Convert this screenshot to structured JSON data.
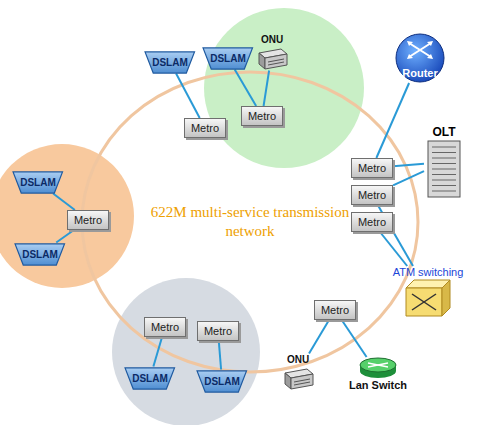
{
  "diagram": {
    "nodes": [
      {
        "text": [
          "DSLAM"
        ]
      },
      {
        "text": [
          "DSLAM"
        ]
      },
      {
        "text": [
          "ONU"
        ]
      },
      {
        "text": [
          "Router"
        ]
      },
      {
        "text": [
          "Metro"
        ]
      },
      {
        "text": [
          "Metro"
        ]
      },
      {
        "text": [
          "OLT"
        ]
      },
      {
        "text": [
          "Metro"
        ]
      },
      {
        "text": [
          "DSLAM"
        ]
      },
      {
        "text": [
          "Metro"
        ]
      },
      {
        "text": [
          "Metro"
        ]
      },
      {
        "text": [
          "Metro"
        ]
      },
      {
        "text": [
          "DSLAM"
        ]
      },
      {
        "text": [
          "ATM switching"
        ]
      },
      {
        "text": [
          "Metro"
        ]
      },
      {
        "text": [
          "Metro"
        ]
      },
      {
        "text": [
          "Metro"
        ]
      },
      {
        "text": [
          "ONU"
        ]
      },
      {
        "text": [
          "Lan Switch"
        ]
      },
      {
        "text": [
          "DSLAM"
        ]
      },
      {
        "text": [
          "DSLAM"
        ]
      }
    ],
    "edges": [
      {
        "from": 0,
        "to": 4,
        "arrow": "none"
      },
      {
        "from": 1,
        "to": 5,
        "arrow": "none"
      },
      {
        "from": 2,
        "to": 5,
        "arrow": "none"
      },
      {
        "from": 3,
        "to": 7,
        "arrow": "none"
      },
      {
        "from": 6,
        "to": 7,
        "arrow": "none"
      },
      {
        "from": 6,
        "to": 10,
        "arrow": "none"
      },
      {
        "from": 8,
        "to": 9,
        "arrow": "none"
      },
      {
        "from": 12,
        "to": 9,
        "arrow": "none"
      },
      {
        "from": 13,
        "to": 10,
        "arrow": "none"
      },
      {
        "from": 13,
        "to": 11,
        "arrow": "none"
      },
      {
        "from": 17,
        "to": 14,
        "arrow": "none"
      },
      {
        "from": 18,
        "to": 14,
        "arrow": "none"
      },
      {
        "from": 19,
        "to": 15,
        "arrow": "none"
      },
      {
        "from": 20,
        "to": 16,
        "arrow": "none"
      }
    ],
    "labels": [
      "622M multi-service transmission network"
    ]
  }
}
